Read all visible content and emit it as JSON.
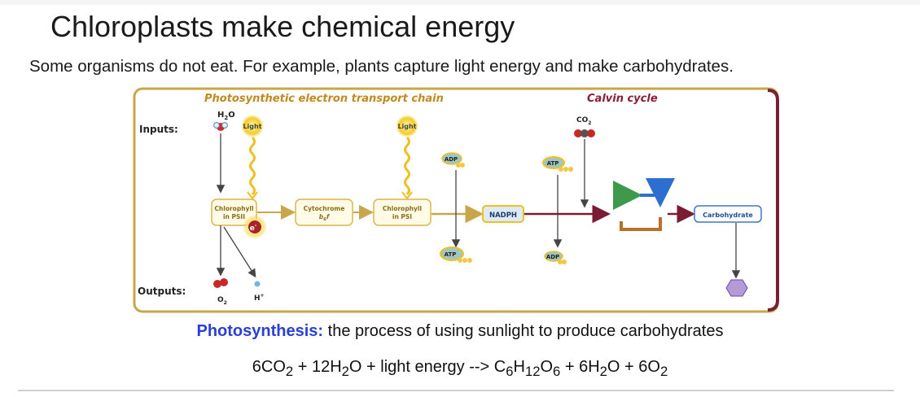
{
  "slide": {
    "title": "Chloroplasts make chemical energy",
    "subtitle": "Some organisms do not eat.  For example, plants capture light energy and make carbohydrates."
  },
  "diagram": {
    "etc_label": "Photosynthetic electron transport chain",
    "calvin_label": "Calvin cycle",
    "inputs_label": "Inputs:",
    "outputs_label": "Outputs:",
    "h2o_main": "H",
    "h2o_sub": "2",
    "h2o_end": "O",
    "light1": "Light",
    "light2": "Light",
    "co2_main": "CO",
    "co2_sub": "2",
    "psii_line1": "Chlorophyll",
    "psii_line2": "in PSII",
    "cyt_line1": "Cytochrome",
    "cyt_line2": "b",
    "cyt_sub": "6",
    "cyt_end": "f",
    "psi_line1": "Chlorophyll",
    "psi_line2": "in PSI",
    "electron": "e",
    "electron_sup": "-",
    "adp_top": "ADP",
    "atp_bottom": "ATP",
    "atp_top": "ATP",
    "adp_bottom": "ADP",
    "nadph": "NADPH",
    "carbohydrate": "Carbohydrate",
    "o2_main": "O",
    "o2_sub": "2",
    "h_plus_main": "H",
    "h_plus_sup": "+",
    "colors": {
      "border": "#c9a64a",
      "border_right": "#7a2035",
      "etc_text": "#c18a1f",
      "calvin_text": "#8a1f3a",
      "nadph_arrow": "#7a1c34",
      "box_border": "#d9b54a",
      "carb_border": "#3c78c8",
      "hexagon": "#b39bd9"
    }
  },
  "definition": {
    "term": "Photosynthesis:",
    "text": " the process of using sunlight to produce carbohydrates"
  },
  "equation": {
    "p1": "6CO",
    "s1": "2",
    "p2": " + 12H",
    "s2": "2",
    "p3": "O + light energy --> C",
    "s3": "6",
    "p4": "H",
    "s4": "12",
    "p5": "O",
    "s5": "6",
    "p6": " + 6H",
    "s6": "2",
    "p7": "O + 6O",
    "s7": "2"
  }
}
